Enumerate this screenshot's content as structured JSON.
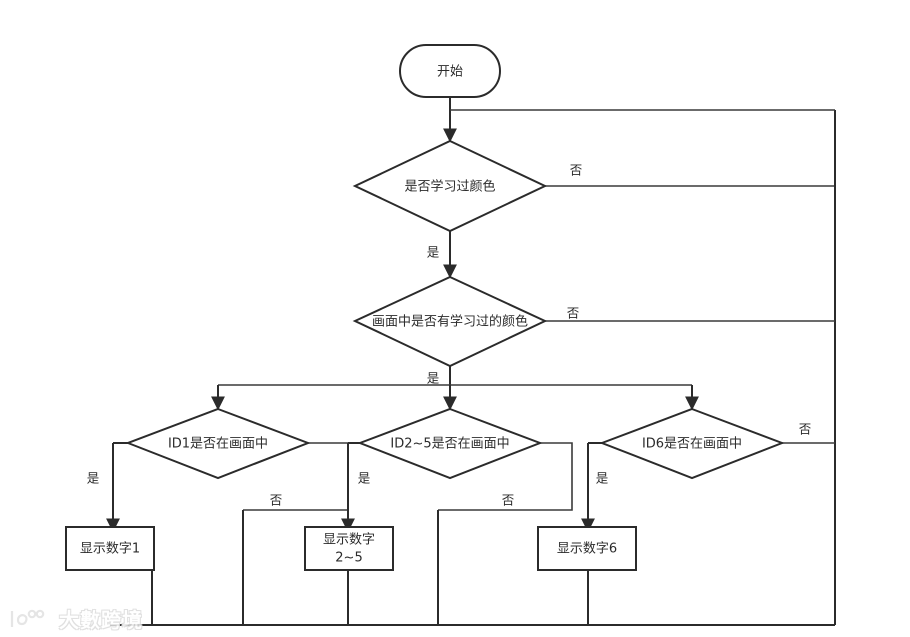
{
  "diagram": {
    "type": "flowchart",
    "language": "zh",
    "background": "#ffffff",
    "stroke_color": "#2b2b2b",
    "fill_color": "#ffffff",
    "nodes": {
      "start": {
        "label": "开始",
        "shape": "terminator"
      },
      "d1": {
        "label": "是否学习过颜色",
        "shape": "decision"
      },
      "d2": {
        "label": "画面中是否有学习过的颜色",
        "shape": "decision"
      },
      "d3": {
        "label": "ID1是否在画面中",
        "shape": "decision"
      },
      "d4": {
        "label": "ID2~5是否在画面中",
        "shape": "decision"
      },
      "d5": {
        "label": "ID6是否在画面中",
        "shape": "decision"
      },
      "p1": {
        "label": "显示数字1",
        "shape": "process"
      },
      "p2_line1": "显示数字",
      "p2_line2": "2~5",
      "p2": {
        "label": "显示数字 2~5",
        "shape": "process"
      },
      "p3": {
        "label": "显示数字6",
        "shape": "process"
      }
    },
    "edge_labels": {
      "d1_no": "否",
      "d1_yes": "是",
      "d2_no": "否",
      "d2_yes": "是",
      "d3_yes": "是",
      "d3_no": "否",
      "d4_yes": "是",
      "d4_no": "否",
      "d5_yes": "是",
      "d5_no": "否"
    }
  },
  "watermark": {
    "text": "大數跨境",
    "logo_name": "kuajing-logo"
  }
}
